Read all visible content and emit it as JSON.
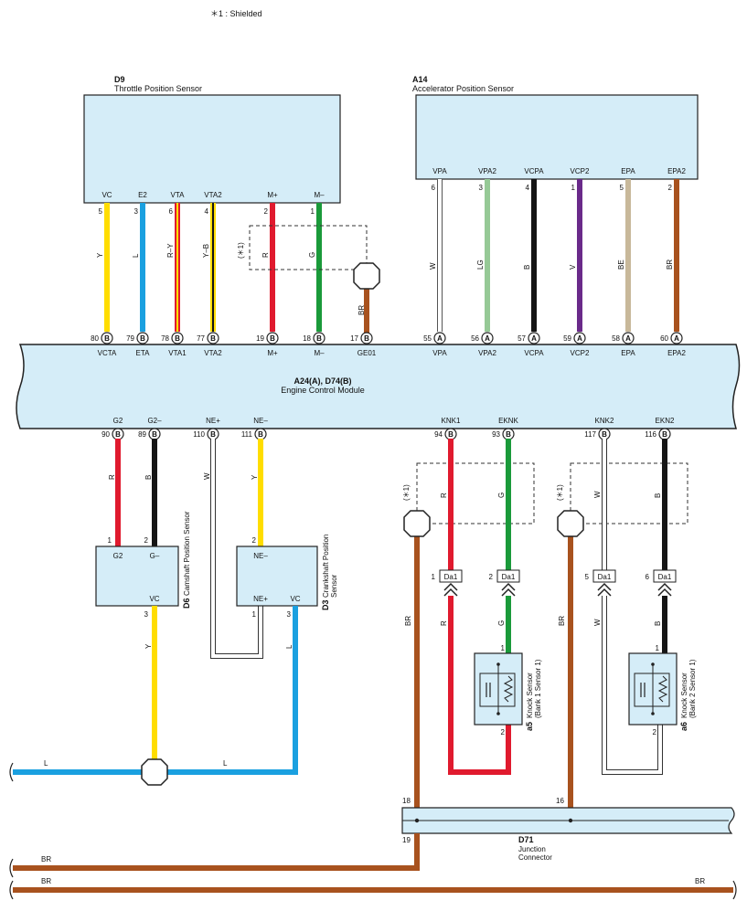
{
  "note": "＊1 : Shielded",
  "colors": {
    "Y": "#ffdd00",
    "L": "#1aa0e0",
    "R": "#e01a2e",
    "G": "#1a9a3a",
    "BR": "#a8521e",
    "W": "#ffffff",
    "LG": "#96c996",
    "B": "#151515",
    "V": "#6a2a8a",
    "BE": "#c8b89a",
    "box": "#d5edf8"
  },
  "components": {
    "d9": {
      "code": "D9",
      "name": "Throttle Position Sensor"
    },
    "a14": {
      "code": "A14",
      "name": "Accelerator Position Sensor"
    },
    "ecm": {
      "code": "A24(A), D74(B)",
      "name": "Engine Control Module"
    },
    "d6": {
      "code": "D6",
      "name": "Camshaft Position Sensor"
    },
    "d3": {
      "code": "D3",
      "name1": "Crankshaft Position",
      "name2": "Sensor"
    },
    "a5": {
      "code": "a5",
      "name1": "Knock Sensor",
      "name2": "(Bank 1 Sensor 1)"
    },
    "a6": {
      "code": "a6",
      "name1": "Knock Sensor",
      "name2": "(Bank 2 Sensor 1)"
    },
    "d71": {
      "code": "D71",
      "name1": "Junction",
      "name2": "Connector"
    },
    "connector": "Da1"
  },
  "d9_wires": [
    {
      "pin": "VC",
      "num": "5",
      "color": "Y",
      "epin": "80",
      "econn": "B",
      "ename": "VCTA"
    },
    {
      "pin": "E2",
      "num": "3",
      "color": "L",
      "epin": "79",
      "econn": "B",
      "ename": "ETA"
    },
    {
      "pin": "VTA",
      "num": "6",
      "color": "R–Y",
      "epin": "78",
      "econn": "B",
      "ename": "VTA1"
    },
    {
      "pin": "VTA2",
      "num": "4",
      "color": "Y–B",
      "epin": "77",
      "econn": "B",
      "ename": "VTA2"
    },
    {
      "pin": "M+",
      "num": "2",
      "color": "R",
      "epin": "19",
      "econn": "B",
      "ename": "M+"
    },
    {
      "pin": "M–",
      "num": "1",
      "color": "G",
      "epin": "18",
      "econn": "B",
      "ename": "M–"
    }
  ],
  "ge01": {
    "color": "BR",
    "epin": "17",
    "econn": "B",
    "ename": "GE01",
    "shield": "(＊1)"
  },
  "a14_wires": [
    {
      "pin": "VPA",
      "num": "6",
      "color": "W",
      "epin": "55",
      "econn": "A",
      "ename": "VPA"
    },
    {
      "pin": "VPA2",
      "num": "3",
      "color": "LG",
      "epin": "56",
      "econn": "A",
      "ename": "VPA2"
    },
    {
      "pin": "VCPA",
      "num": "4",
      "color": "B",
      "epin": "57",
      "econn": "A",
      "ename": "VCPA"
    },
    {
      "pin": "VCP2",
      "num": "1",
      "color": "V",
      "epin": "59",
      "econn": "A",
      "ename": "VCP2"
    },
    {
      "pin": "EPA",
      "num": "5",
      "color": "BE",
      "epin": "58",
      "econn": "A",
      "ename": "EPA"
    },
    {
      "pin": "EPA2",
      "num": "2",
      "color": "BR",
      "epin": "60",
      "econn": "A",
      "ename": "EPA2"
    }
  ],
  "ecm_bottom": [
    {
      "ename": "G2",
      "epin": "90",
      "econn": "B",
      "color": "R",
      "spin": "1",
      "sname": "G2"
    },
    {
      "ename": "G2–",
      "epin": "89",
      "econn": "B",
      "color": "B",
      "spin": "2",
      "sname": "G–"
    },
    {
      "ename": "NE+",
      "epin": "110",
      "econn": "B",
      "color": "W",
      "spin": "1",
      "sname": "NE+"
    },
    {
      "ename": "NE–",
      "epin": "111",
      "econn": "B",
      "color": "Y",
      "spin": "2",
      "sname": "NE–"
    },
    {
      "ename": "KNK1",
      "epin": "94",
      "econn": "B",
      "color": "R",
      "cpin": "1"
    },
    {
      "ename": "EKNK",
      "epin": "93",
      "econn": "B",
      "color": "G",
      "cpin": "2"
    },
    {
      "ename": "KNK2",
      "epin": "117",
      "econn": "B",
      "color": "W",
      "cpin": "5"
    },
    {
      "ename": "EKN2",
      "epin": "116",
      "econn": "B",
      "color": "B",
      "cpin": "6"
    }
  ],
  "d6_vc": {
    "name": "VC",
    "pin": "3",
    "color": "Y"
  },
  "d3_pins": {
    "neplus": "NE+",
    "vc": "VC",
    "neplus_pin": "1",
    "vc_pin": "3",
    "vc_color": "L"
  },
  "knock_pins": {
    "p1": "1",
    "p2": "2"
  },
  "shield_label": "(＊1)",
  "br_labels": {
    "br1": "BR",
    "br2": "BR",
    "bus1": "BR",
    "bus2": "BR",
    "bus2b": "BR"
  },
  "l_bus": {
    "left": "L",
    "right": "L"
  },
  "d71_pins": {
    "p18": "18",
    "p16": "16",
    "p19": "19"
  }
}
